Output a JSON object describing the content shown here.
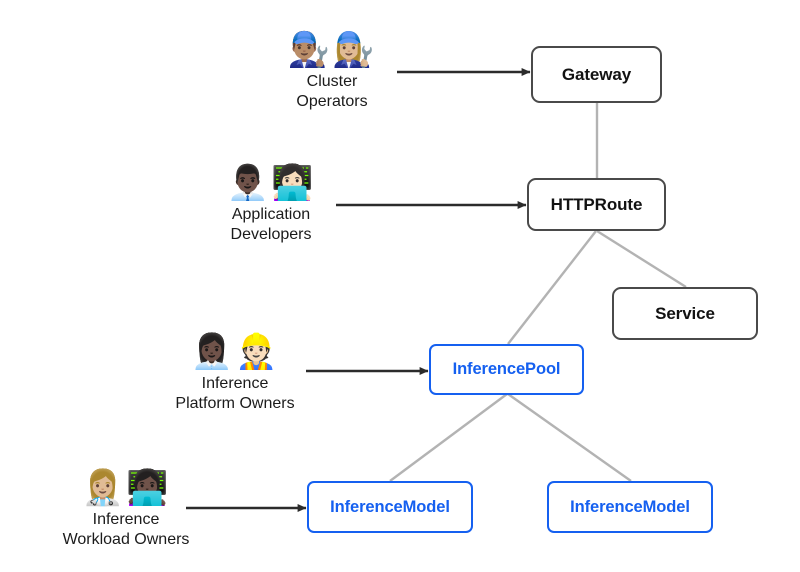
{
  "diagram": {
    "title": "Gateway API Inference Extension resource model and personas",
    "background_color": "#ffffff",
    "std_node_border_color": "#4a4a4a",
    "std_node_text_color": "#121212",
    "inference_node_color": "#1560f0",
    "relation_line_color": "#b3b3b3",
    "arrow_color": "#2b2b2b"
  },
  "nodes": [
    {
      "id": "gateway",
      "label": "Gateway",
      "style": "standard"
    },
    {
      "id": "httproute",
      "label": "HTTPRoute",
      "style": "standard"
    },
    {
      "id": "service",
      "label": "Service",
      "style": "standard"
    },
    {
      "id": "inferencepool",
      "label": "InferencePool",
      "style": "inference"
    },
    {
      "id": "inferencemodel-left",
      "label": "InferenceModel",
      "style": "inference"
    },
    {
      "id": "inferencemodel-right",
      "label": "InferenceModel",
      "style": "inference"
    }
  ],
  "personas": [
    {
      "id": "cluster-operators",
      "label": "Cluster\nOperators",
      "emoji": "👨🏽‍🔧👩🏼‍🔧",
      "icon_names": [
        "man-mechanic-icon",
        "woman-mechanic-icon"
      ],
      "targets": "gateway"
    },
    {
      "id": "application-developers",
      "label": "Application\nDevelopers",
      "emoji": "👨🏿‍💼👩🏻‍💻",
      "icon_names": [
        "man-office-worker-icon",
        "woman-technologist-icon"
      ],
      "targets": "httproute"
    },
    {
      "id": "inference-platform-owners",
      "label": "Inference\nPlatform Owners",
      "emoji": "👩🏿‍💼👷🏻",
      "icon_names": [
        "woman-construction-worker-icon",
        "man-construction-worker-icon"
      ],
      "targets": "inferencepool"
    },
    {
      "id": "inference-workload-owners",
      "label": "Inference\nWorkload Owners",
      "emoji": "👩🏼‍⚕️👩🏿‍💻",
      "icon_names": [
        "woman-health-worker-icon",
        "woman-technologist-icon"
      ],
      "targets": "inferencemodel-left"
    }
  ],
  "relations": [
    {
      "from": "gateway",
      "to": "httproute",
      "kind": "attachment"
    },
    {
      "from": "httproute",
      "to": "inferencepool",
      "kind": "backend-ref"
    },
    {
      "from": "httproute",
      "to": "service",
      "kind": "backend-ref"
    },
    {
      "from": "inferencepool",
      "to": "inferencemodel-left",
      "kind": "model-ref"
    },
    {
      "from": "inferencepool",
      "to": "inferencemodel-right",
      "kind": "model-ref"
    }
  ]
}
